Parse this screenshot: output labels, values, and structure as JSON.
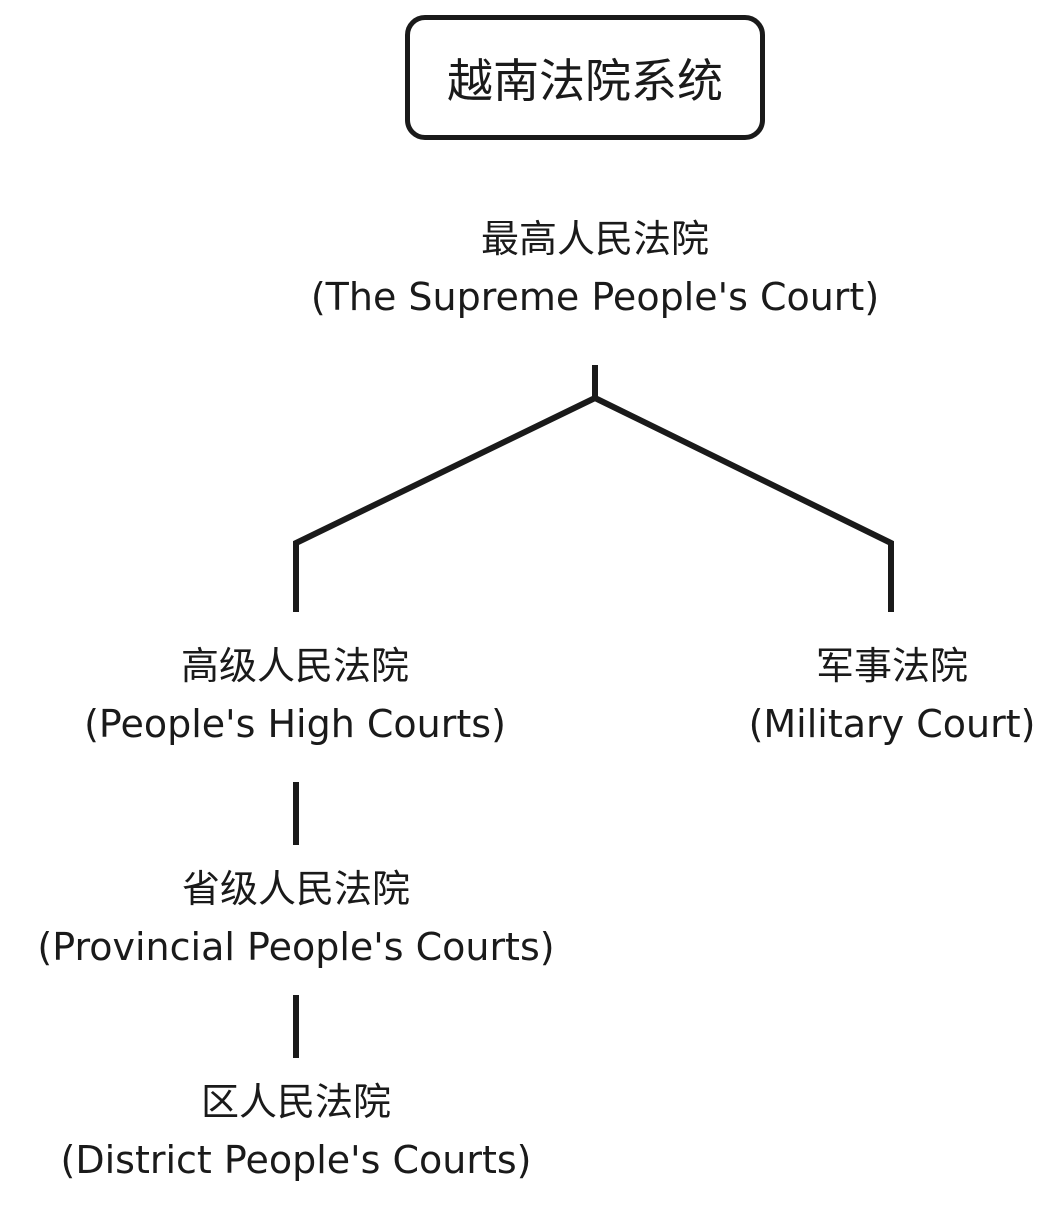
{
  "title": "越南法院系统",
  "nodes": {
    "supreme": {
      "cn": "最高人民法院",
      "en": "(The Supreme People's Court)"
    },
    "high": {
      "cn": "高级人民法院",
      "en": "(People's High Courts)"
    },
    "military": {
      "cn": "军事法院",
      "en": "(Military Court)"
    },
    "provincial": {
      "cn": "省级人民法院",
      "en": "(Provincial People's Courts)"
    },
    "district": {
      "cn": "区人民法院",
      "en": "(District People's Courts)"
    }
  },
  "colors": {
    "line": "#1a1a1a",
    "text": "#1a1a1a"
  }
}
